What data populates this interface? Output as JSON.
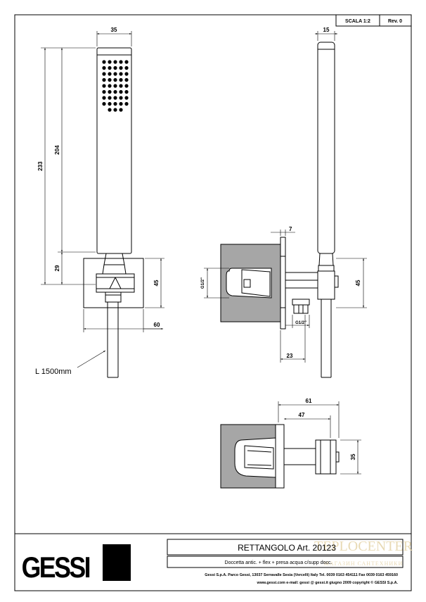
{
  "header": {
    "scale_label": "SCALA 1:2",
    "revision_label": "Rev. 0"
  },
  "dimensions": {
    "front_width": "35",
    "front_height_total": "233",
    "front_height_handle": "204",
    "front_height_mount": "29",
    "front_bracket_height": "45",
    "front_plate_width": "60",
    "side_width": "15",
    "side_offset": "7",
    "side_thread_top": "G1/2\"",
    "side_thread_bottom": "G1/2\"",
    "side_bracket_height": "45",
    "side_depth": "23",
    "top_width_total": "61",
    "top_width_inner": "47",
    "top_height": "35"
  },
  "hose_label": "L 1500mm",
  "brand": "GESSI",
  "title_block": {
    "product": "RETTANGOLO  Art. 20123",
    "description": "Doccetta antic. + flex + presa acqua c/supp docc.",
    "footer": "Gessi S.p.A. Parco Gessi, 13037 Serravalle Sesia (Vercelli) Italy Tel. 0039 0163 454111 Fax 0039 0163 459160",
    "footer2": "www.gessi.com e-mail: gessi @ gessi.it giugno 2009 copyright © GESSI S.p.A."
  },
  "watermark": {
    "line1": "TEPLOCENTER",
    "line2": "МАГАЗИН САНТЕХНИКИ"
  },
  "colors": {
    "line": "#000000",
    "wall_fill": "#a6a6a6",
    "watermark": "#e6d6ae"
  }
}
